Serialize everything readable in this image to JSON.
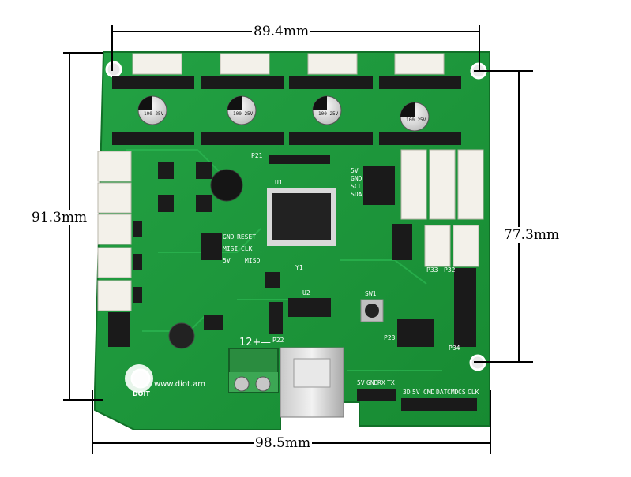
{
  "dimensions": {
    "top_width": "89.4mm",
    "left_height": "91.3mm",
    "right_height": "77.3mm",
    "bottom_width": "98.5mm"
  },
  "board": {
    "color": "#1f9a3a",
    "brand_text": "www.diot.am",
    "logo_text": "DOIT",
    "silkscreen": {
      "label_p21": "P21",
      "i2c_pins": [
        "5V",
        "GND",
        "SCL",
        "SDA"
      ],
      "spi_pins_left": [
        "GND",
        "RESET"
      ],
      "spi_pins_mid": [
        "MISI",
        "CLK"
      ],
      "spi_pins_right": [
        "5V",
        "MISO"
      ],
      "power_plus": "12+",
      "power_minus": "—",
      "label_p22": "P22",
      "label_sw1": "SW1",
      "label_u1": "U1",
      "label_u2": "U2",
      "label_y1": "Y1",
      "bottom_header_pins": [
        "5V",
        "GND",
        "RX",
        "TX"
      ],
      "sd_header_pins": [
        "3D",
        "5V",
        "CMD",
        "DAT",
        "CMD",
        "CS",
        "CLK"
      ],
      "cap_text": [
        "100 25V",
        "100 25V",
        "100 25V",
        "100 25V"
      ],
      "label_p33": "P33",
      "label_p32": "P32",
      "label_p34": "P34",
      "label_p23": "P23"
    }
  }
}
